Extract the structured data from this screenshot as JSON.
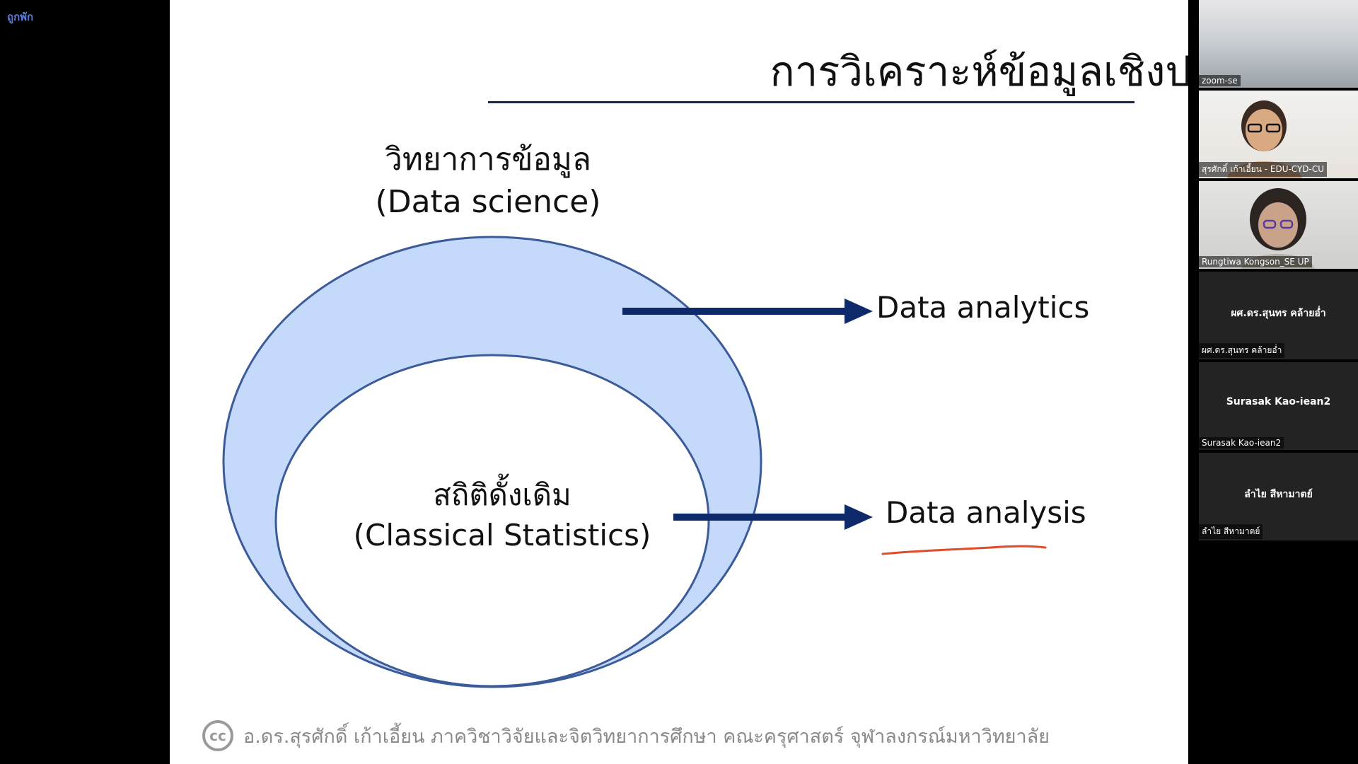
{
  "status": {
    "label": "ถูกพัก"
  },
  "slide": {
    "title": "การวิเคราะห์ข้อมูลเชิงปริมาณ",
    "data_science": {
      "line1": "วิทยาการข้อมูล",
      "line2": "(Data science)"
    },
    "classical_statistics": {
      "line1": "สถิติดั้งเดิม",
      "line2": "(Classical Statistics)"
    },
    "arrow_targets": {
      "analytics": "Data analytics",
      "analysis": "Data analysis"
    },
    "footer": {
      "cc_icon_text": "cc",
      "credit": "อ.ดร.สุรศักดิ์ เก้าเอี้ยน ภาควิชาวิจัยและจิตวิทยาการศึกษา คณะครุศาสตร์ จุฬาลงกรณ์มหาวิทยาลัย"
    },
    "colors": {
      "outer_fill": "#c5d9fb",
      "outer_stroke": "#3b5b9a",
      "inner_fill": "#ffffff",
      "arrow": "#0f2a6b",
      "underline": "#e04b2a"
    }
  },
  "participants": [
    {
      "name": "zoom-se",
      "center_name": "",
      "video": true,
      "kind": "room"
    },
    {
      "name": "สุรศักดิ์ เก้าเอี้ยน - EDU-CYD-CU",
      "center_name": "",
      "video": true,
      "kind": "cam-a"
    },
    {
      "name": "Rungtiwa Kongson_SE UP",
      "center_name": "",
      "video": true,
      "kind": "cam-b"
    },
    {
      "name": "ผศ.ดร.สุนทร คล้ายอ่ำ",
      "center_name": "ผศ.ดร.สุนทร คล้ายอ่ำ",
      "video": false
    },
    {
      "name": "Surasak Kao-iean2",
      "center_name": "Surasak Kao-iean2",
      "video": false
    },
    {
      "name": "ลำไย สีหามาตย์",
      "center_name": "ลำไย สีหามาตย์",
      "video": false
    }
  ]
}
